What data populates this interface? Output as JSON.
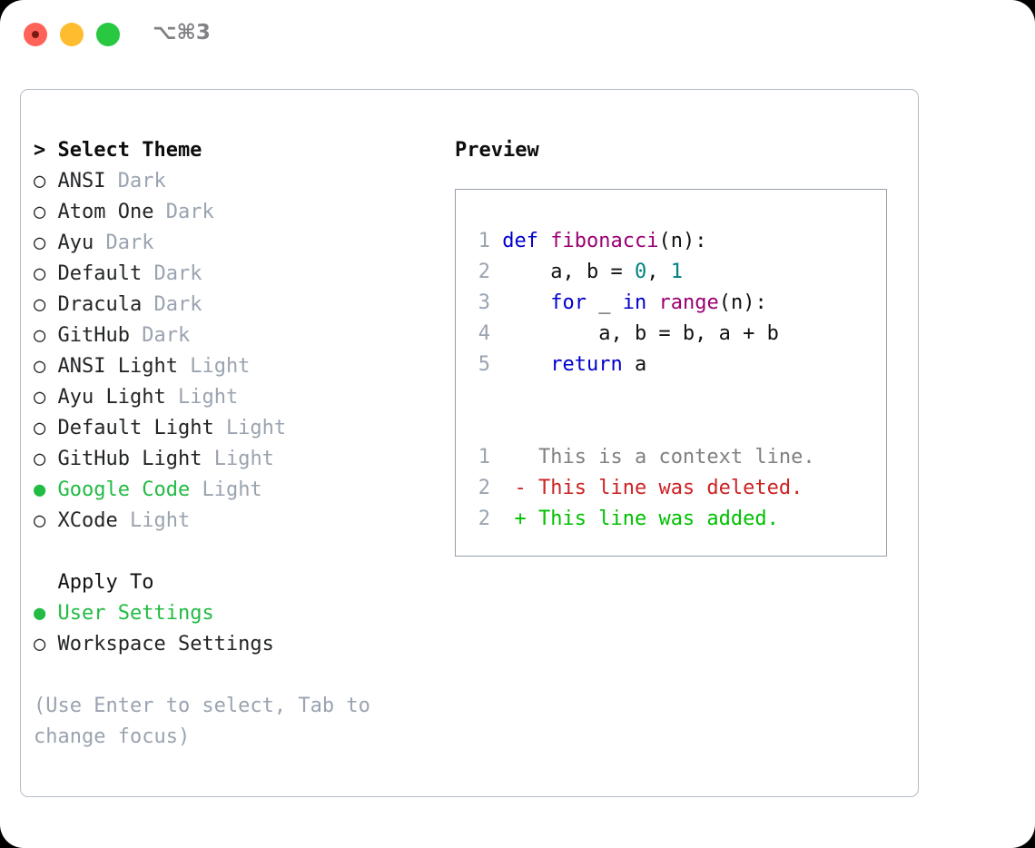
{
  "titlebar": {
    "shortcut": "⌥⌘3",
    "buttons": [
      "close",
      "minimize",
      "maximize"
    ]
  },
  "theme_panel": {
    "header": "> Select Theme",
    "marker_selected": "●",
    "marker_unselected": "○",
    "items": [
      {
        "marker": "○",
        "name": "ANSI",
        "category": "Dark",
        "selected": false
      },
      {
        "marker": "○",
        "name": "Atom One",
        "category": "Dark",
        "selected": false
      },
      {
        "marker": "○",
        "name": "Ayu",
        "category": "Dark",
        "selected": false
      },
      {
        "marker": "○",
        "name": "Default",
        "category": "Dark",
        "selected": false
      },
      {
        "marker": "○",
        "name": "Dracula",
        "category": "Dark",
        "selected": false
      },
      {
        "marker": "○",
        "name": "GitHub",
        "category": "Dark",
        "selected": false
      },
      {
        "marker": "○",
        "name": "ANSI Light",
        "category": "Light",
        "selected": false
      },
      {
        "marker": "○",
        "name": "Ayu Light",
        "category": "Light",
        "selected": false
      },
      {
        "marker": "○",
        "name": "Default Light",
        "category": "Light",
        "selected": false
      },
      {
        "marker": "○",
        "name": "GitHub Light",
        "category": "Light",
        "selected": false
      },
      {
        "marker": "●",
        "name": "Google Code",
        "category": "Light",
        "selected": true
      },
      {
        "marker": "○",
        "name": "XCode",
        "category": "Light",
        "selected": false
      }
    ]
  },
  "apply_to": {
    "header": "  Apply To",
    "items": [
      {
        "marker": "●",
        "name": "User Settings",
        "selected": true
      },
      {
        "marker": "○",
        "name": "Workspace Settings",
        "selected": false
      }
    ]
  },
  "hint": "(Use Enter to select, Tab to change focus)",
  "preview": {
    "title": "Preview",
    "code_lines": [
      {
        "num": "1",
        "tokens": [
          {
            "text": "def ",
            "type": "kw"
          },
          {
            "text": "fibonacci",
            "type": "fn"
          },
          {
            "text": "(n):",
            "type": "plain"
          }
        ]
      },
      {
        "num": "2",
        "tokens": [
          {
            "text": "    a, b = ",
            "type": "plain"
          },
          {
            "text": "0",
            "type": "num"
          },
          {
            "text": ", ",
            "type": "plain"
          },
          {
            "text": "1",
            "type": "num"
          }
        ]
      },
      {
        "num": "3",
        "tokens": [
          {
            "text": "    ",
            "type": "plain"
          },
          {
            "text": "for",
            "type": "kw"
          },
          {
            "text": " _ ",
            "type": "plain"
          },
          {
            "text": "in",
            "type": "kw"
          },
          {
            "text": " ",
            "type": "plain"
          },
          {
            "text": "range",
            "type": "fn"
          },
          {
            "text": "(n):",
            "type": "plain"
          }
        ]
      },
      {
        "num": "4",
        "tokens": [
          {
            "text": "        a, b = b, a + b",
            "type": "plain"
          }
        ]
      },
      {
        "num": "5",
        "tokens": [
          {
            "text": "    ",
            "type": "plain"
          },
          {
            "text": "return",
            "type": "kw"
          },
          {
            "text": " a",
            "type": "plain"
          }
        ]
      }
    ],
    "diff_lines": [
      {
        "num": "1",
        "sign": " ",
        "text": " This is a context line.",
        "type": "ctx"
      },
      {
        "num": "2",
        "sign": "-",
        "text": " This line was deleted.",
        "type": "del"
      },
      {
        "num": "2",
        "sign": "+",
        "text": " This line was added.",
        "type": "add"
      }
    ]
  },
  "colors": {
    "accent_green": "#22bb44",
    "muted": "#9aa3b0",
    "keyword": "#0000cc",
    "function": "#990073",
    "number": "#008080",
    "diff_deleted": "#cc2222",
    "diff_added": "#00c000",
    "panel_border": "#b4bcc8",
    "preview_border": "#98a0ae"
  }
}
